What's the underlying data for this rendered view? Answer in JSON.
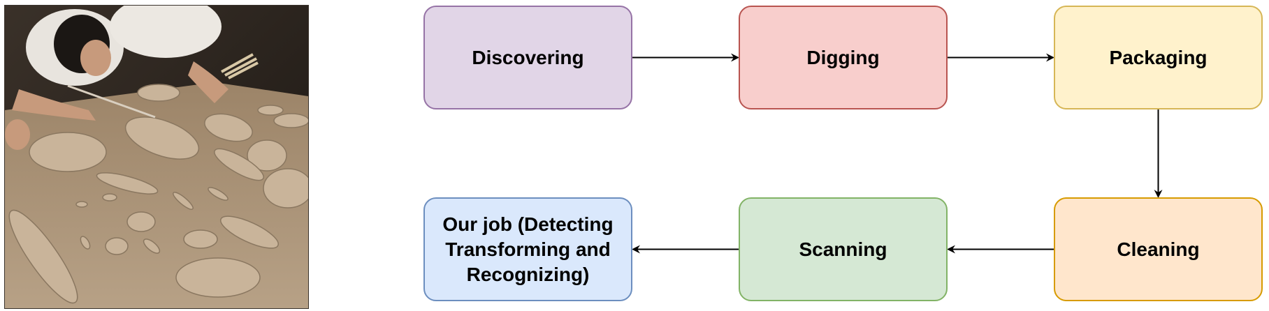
{
  "photo": {
    "description_icon": "archaeology-photo",
    "colors": {
      "table": "#b39c80",
      "background": "#2a231d",
      "fragment": "#c8b49a"
    }
  },
  "nodes": [
    {
      "id": "discovering",
      "label": "Discovering",
      "fill": "#e1d5e7",
      "stroke": "#9673a6"
    },
    {
      "id": "digging",
      "label": "Digging",
      "fill": "#f8cecc",
      "stroke": "#b85450"
    },
    {
      "id": "packaging",
      "label": "Packaging",
      "fill": "#fff2cc",
      "stroke": "#d6b656"
    },
    {
      "id": "cleaning",
      "label": "Cleaning",
      "fill": "#ffe6cc",
      "stroke": "#d79b00"
    },
    {
      "id": "scanning",
      "label": "Scanning",
      "fill": "#d5e8d4",
      "stroke": "#82b366"
    },
    {
      "id": "our_job",
      "label": "Our job (Detecting\nTransforming and\nRecognizing)",
      "fill": "#dae8fc",
      "stroke": "#6c8ebf"
    }
  ],
  "edges": [
    {
      "from": "discovering",
      "to": "digging"
    },
    {
      "from": "digging",
      "to": "packaging"
    },
    {
      "from": "packaging",
      "to": "cleaning"
    },
    {
      "from": "cleaning",
      "to": "scanning"
    },
    {
      "from": "scanning",
      "to": "our_job"
    }
  ]
}
